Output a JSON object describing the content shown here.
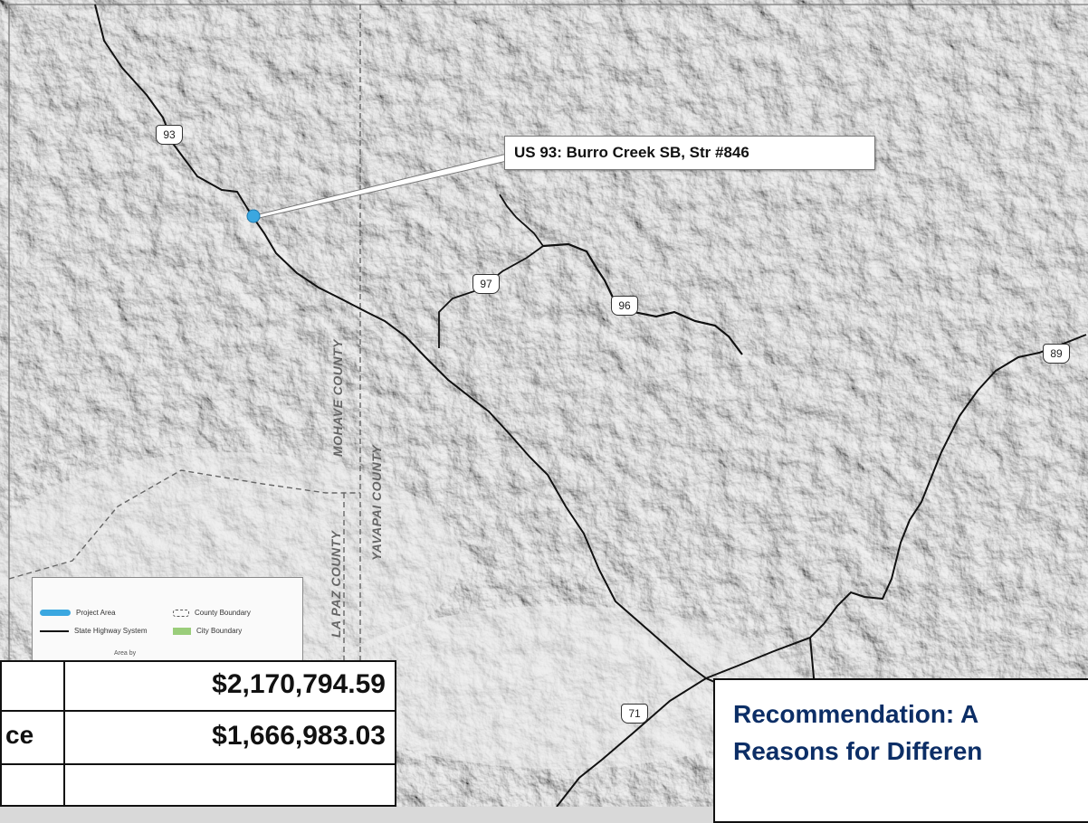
{
  "map": {
    "callout": "US 93: Burro Creek SB, Str #846",
    "shields": [
      "93",
      "97",
      "96",
      "89",
      "71"
    ],
    "county_labels": [
      "MOHAVE COUNTY",
      "YAVAPAI COUNTY",
      "LA PAZ COUNTY"
    ],
    "colors": {
      "project_area": "#3ba7e0",
      "highway": "#111111",
      "city": "#9acd7a",
      "terrain": "#d9d9d9"
    }
  },
  "legend": {
    "project_area": "Project Area",
    "state_highway": "State Highway System",
    "county_boundary": "County Boundary",
    "city_boundary": "City Boundary",
    "partial": "Area by"
  },
  "cost_table": {
    "rows": [
      {
        "label": "",
        "value": "$2,170,794.59"
      },
      {
        "label": "ce",
        "value": "$1,666,983.03"
      }
    ]
  },
  "recommendation": {
    "line1": "Recommendation:  A",
    "line2": "Reasons for Differen"
  }
}
